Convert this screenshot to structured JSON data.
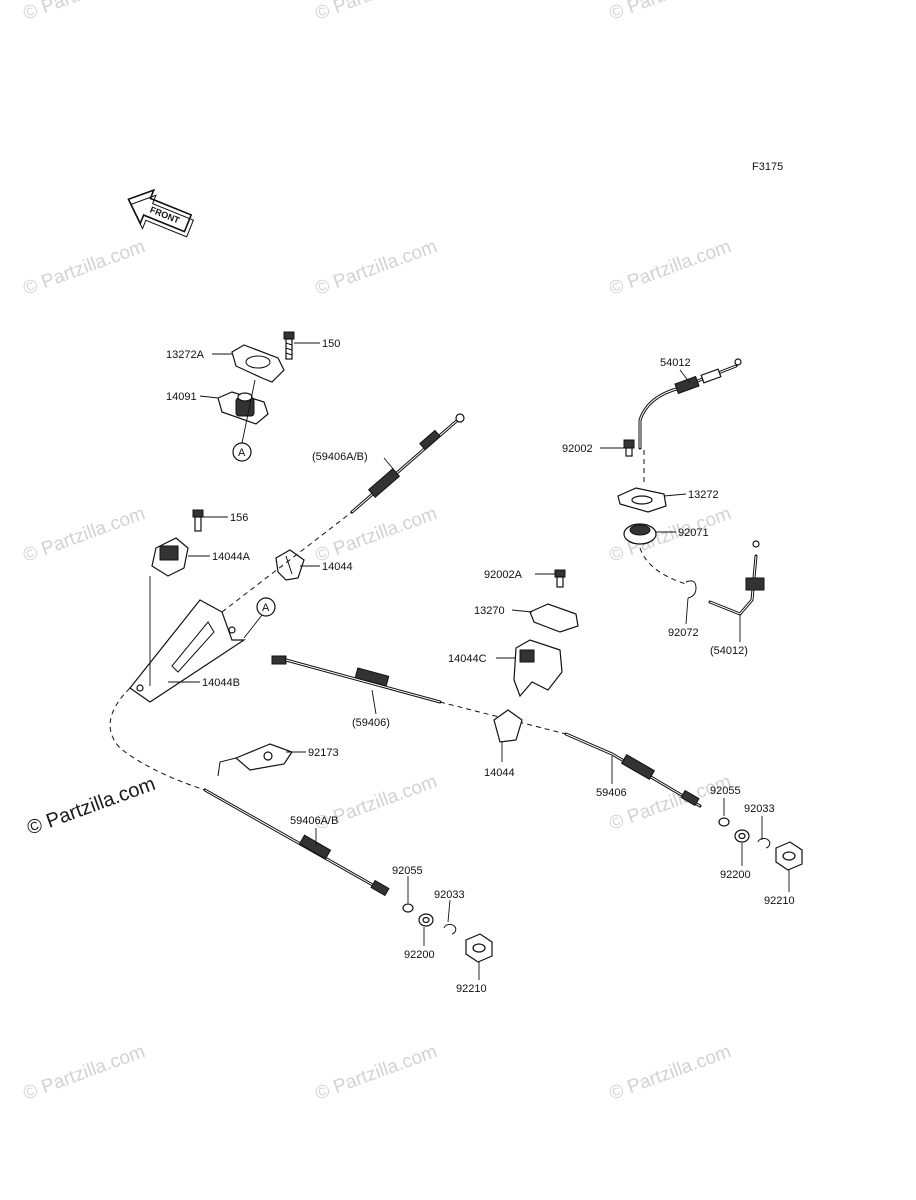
{
  "figure_code": "F3175",
  "front_arrow": {
    "text": "FRONT",
    "icon": "front-direction-arrow-icon"
  },
  "watermark": {
    "text": "© Partzilla.com",
    "brand": "© Partzilla.com"
  },
  "callouts": [
    {
      "id": "c1",
      "text": "13272A"
    },
    {
      "id": "c2",
      "text": "150"
    },
    {
      "id": "c3",
      "text": "14091"
    },
    {
      "id": "c4",
      "text": "A"
    },
    {
      "id": "c5",
      "text": "(59406A/B)"
    },
    {
      "id": "c6",
      "text": "156"
    },
    {
      "id": "c7",
      "text": "14044A"
    },
    {
      "id": "c8",
      "text": "14044"
    },
    {
      "id": "c9",
      "text": "A"
    },
    {
      "id": "c10",
      "text": "14044B"
    },
    {
      "id": "c11",
      "text": "(59406)"
    },
    {
      "id": "c12",
      "text": "92173"
    },
    {
      "id": "c13",
      "text": "59406A/B"
    },
    {
      "id": "c14",
      "text": "92055"
    },
    {
      "id": "c15",
      "text": "92033"
    },
    {
      "id": "c16",
      "text": "92200"
    },
    {
      "id": "c17",
      "text": "92210"
    },
    {
      "id": "c18",
      "text": "54012"
    },
    {
      "id": "c19",
      "text": "92002"
    },
    {
      "id": "c20",
      "text": "13272"
    },
    {
      "id": "c21",
      "text": "92071"
    },
    {
      "id": "c22",
      "text": "92072"
    },
    {
      "id": "c23",
      "text": "(54012)"
    },
    {
      "id": "c24",
      "text": "92002A"
    },
    {
      "id": "c25",
      "text": "13270"
    },
    {
      "id": "c26",
      "text": "14044C"
    },
    {
      "id": "c27",
      "text": "14044"
    },
    {
      "id": "c28",
      "text": "59406"
    },
    {
      "id": "c29",
      "text": "92055"
    },
    {
      "id": "c30",
      "text": "92033"
    },
    {
      "id": "c31",
      "text": "92200"
    },
    {
      "id": "c32",
      "text": "92210"
    }
  ]
}
